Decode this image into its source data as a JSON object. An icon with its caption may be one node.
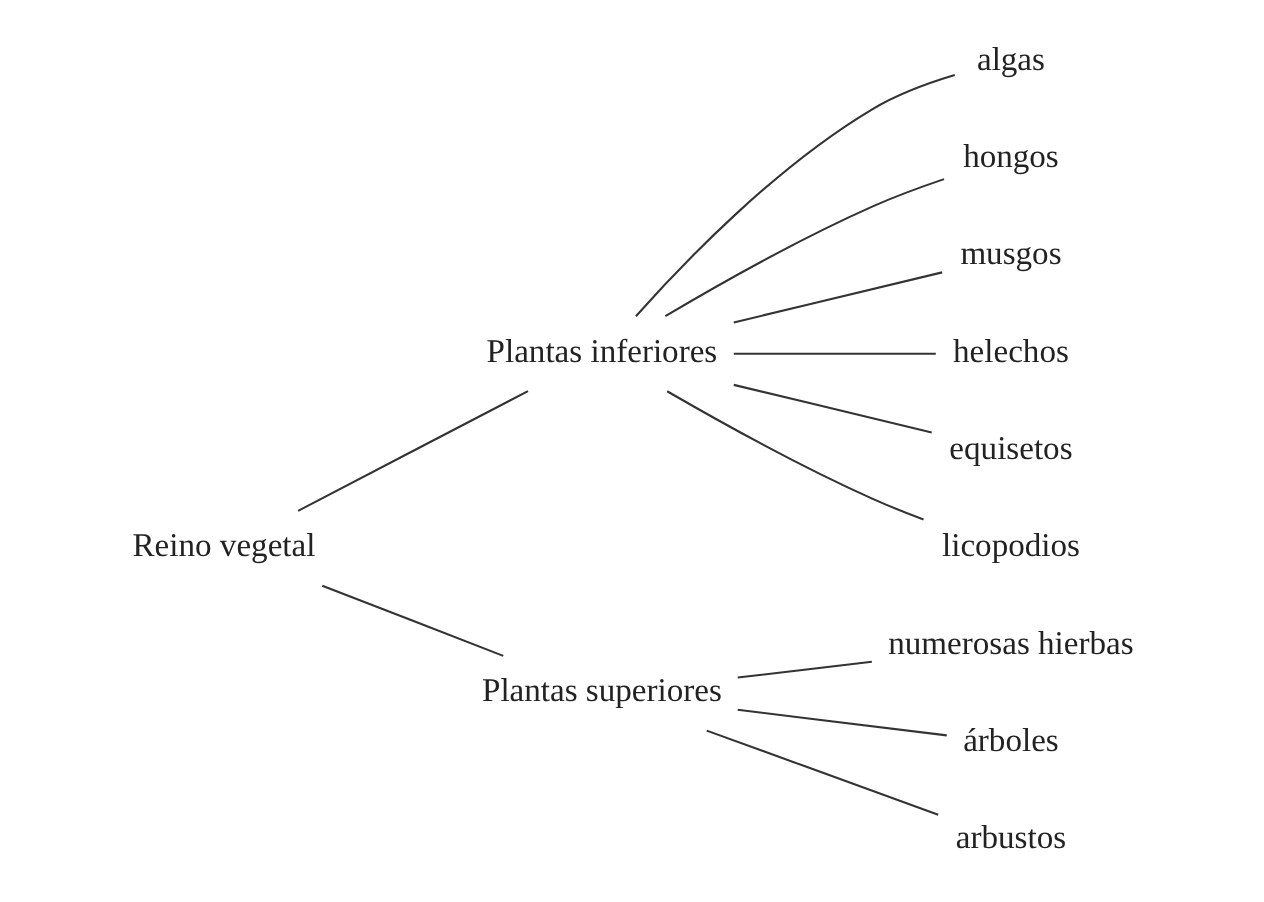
{
  "diagram": {
    "nodes": [
      {
        "text": [
          "Reino vegetal"
        ]
      },
      {
        "text": [
          "Plantas inferiores"
        ]
      },
      {
        "text": [
          "algas"
        ]
      },
      {
        "text": [
          "hongos"
        ]
      },
      {
        "text": [
          "musgos"
        ]
      },
      {
        "text": [
          "helechos"
        ]
      },
      {
        "text": [
          "equisetos"
        ]
      },
      {
        "text": [
          "licopodios"
        ]
      },
      {
        "text": [
          "Plantas superiores"
        ]
      },
      {
        "text": [
          "numerosas hierbas"
        ]
      },
      {
        "text": [
          "árboles"
        ]
      },
      {
        "text": [
          "arbustos"
        ]
      }
    ],
    "edges": [
      {
        "from": 0,
        "to": 1,
        "arrow": "none"
      },
      {
        "from": 0,
        "to": 8,
        "arrow": "none"
      },
      {
        "from": 1,
        "to": 2,
        "arrow": "none"
      },
      {
        "from": 1,
        "to": 3,
        "arrow": "none"
      },
      {
        "from": 1,
        "to": 4,
        "arrow": "none"
      },
      {
        "from": 1,
        "to": 5,
        "arrow": "none"
      },
      {
        "from": 1,
        "to": 6,
        "arrow": "none"
      },
      {
        "from": 1,
        "to": 7,
        "arrow": "none"
      },
      {
        "from": 8,
        "to": 9,
        "arrow": "none"
      },
      {
        "from": 8,
        "to": 10,
        "arrow": "none"
      },
      {
        "from": 8,
        "to": 11,
        "arrow": "none"
      }
    ]
  }
}
